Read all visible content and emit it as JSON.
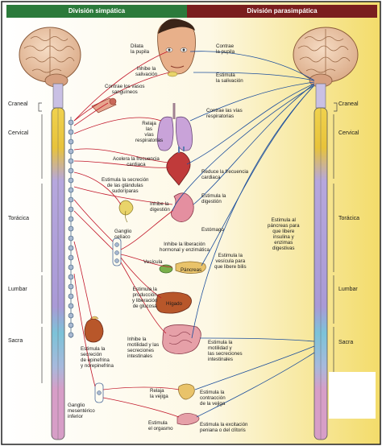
{
  "headers": {
    "sympathetic": "División simpática",
    "parasympathetic": "División parasimpática",
    "sympathetic_color": "#2b7a3b",
    "parasympathetic_color": "#7a1e1e"
  },
  "regions_left": {
    "craneal": "Craneal",
    "cervical": "Cervical",
    "toracica": "Torácica",
    "lumbar": "Lumbar",
    "sacra": "Sacra"
  },
  "regions_right": {
    "craneal": "Craneal",
    "cervical": "Cervical",
    "toracica": "Torácica",
    "lumbar": "Lumbar",
    "sacra": "Sacra"
  },
  "labels": {
    "dilata_pupila": "Dilata\nla pupila",
    "inhibe_salivacion": "Inhibe la\nsalivación",
    "contrae_vasos": "Contrae los vasos\nsanguíneos",
    "relaja_vias": "Relaja\nlas\nvías\nrespiratorias",
    "acelera_frecuencia": "Acelera la frecuencia\ncardiaca",
    "estimula_secrecion_glandulas": "Estimula la secreción\nde las glándulas\nsudoríparas",
    "inhibe_digestion": "Inhibe la\ndigestión",
    "ganglio_celiaco": "Ganglio\ncelíaco",
    "inhibe_liberacion": "Inhibe la liberación\nhormonal y enzimática",
    "vesicula": "Vesícula",
    "pancreas": "Páncreas",
    "estimula_produccion_glucosa": "Estimula la\nproducción\ny liberación\nde glucosa",
    "higado": "Hígado",
    "estimula_epinefrina": "Estimula la\nsecreción\nde epinefrina\ny norepinefrina",
    "inhibe_motilidad": "Inhibe la\nmotilidad y las\nsecreciones\nintestinales",
    "ganglio_mesenterico": "Ganglio\nmesentérico\ninferior",
    "relaja_vejiga": "Relaja\nla vejiga",
    "estimula_orgasmo": "Estimula\nel orgasmo",
    "contrae_pupila": "Contrae\nla pupila",
    "estimula_salivacion": "Estimula\nla salivación",
    "contrae_vias": "Contrae las vías\nrespiratorias",
    "reduce_frecuencia": "Reduce la frecuencia\ncardiaca",
    "estimula_digestion": "Estimula la\ndigestión",
    "estomago": "Estómago",
    "estimula_pancreas": "Estimula al\npáncreas para\nque libere\ninsulina y\nenzimas\ndigestivas",
    "estimula_vesicula": "Estimula la\nvesícula para\nque libere bilis",
    "estimula_motilidad": "Estimula la\nmotilidad y\nlas secreciones\nintestinales",
    "estimula_contraccion_vejiga": "Estimula la\ncontracción\nde la vejiga",
    "estimula_excitacion": "Estimula la excitación\npeniana o del clítoris"
  },
  "colors": {
    "sympathetic_nerve": "#c2182b",
    "parasympathetic_nerve": "#1d4f9c",
    "background_gradient_end": "#f5e27a",
    "spinal_cervical": "#e8c33a",
    "spinal_thoracic": "#a99ad6",
    "spinal_lumbar": "#7cc3d8",
    "spinal_sacral": "#d79ec7",
    "brain": "#e9c3a2"
  }
}
